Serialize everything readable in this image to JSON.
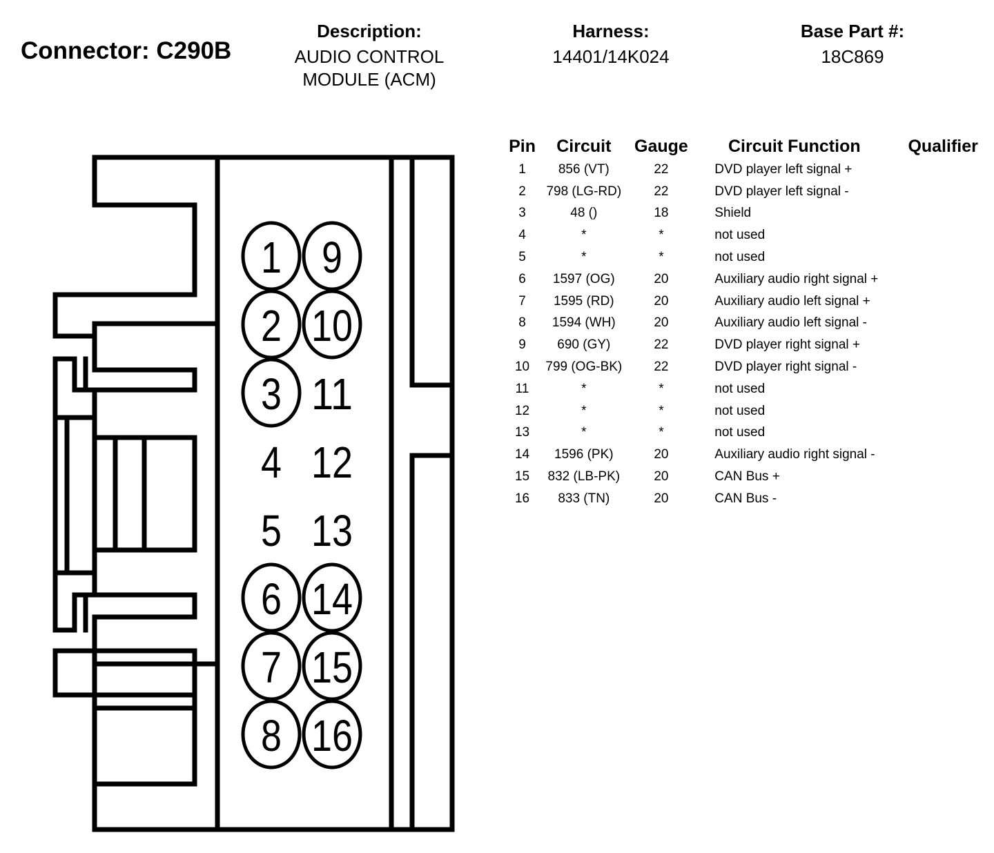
{
  "header": {
    "connector_label": "Connector: C290B",
    "description_label": "Description:",
    "description_value_line1": "AUDIO CONTROL",
    "description_value_line2": "MODULE (ACM)",
    "harness_label": "Harness:",
    "harness_value": "14401/14K024",
    "base_part_label": "Base Part #:",
    "base_part_value": "18C869"
  },
  "connector_face": {
    "left_column": [
      1,
      2,
      3,
      4,
      5,
      6,
      7,
      8
    ],
    "right_column": [
      9,
      10,
      11,
      12,
      13,
      14,
      15,
      16
    ],
    "circled_pins": [
      1,
      2,
      3,
      6,
      7,
      8,
      9,
      10,
      14,
      15,
      16
    ]
  },
  "table": {
    "headers": [
      "Pin",
      "Circuit",
      "Gauge",
      "Circuit Function",
      "Qualifier"
    ],
    "rows": [
      {
        "pin": "1",
        "circuit": "856 (VT)",
        "gauge": "22",
        "function": "DVD player left signal +",
        "qualifier": ""
      },
      {
        "pin": "2",
        "circuit": "798 (LG-RD)",
        "gauge": "22",
        "function": "DVD player left signal -",
        "qualifier": ""
      },
      {
        "pin": "3",
        "circuit": "48 ()",
        "gauge": "18",
        "function": "Shield",
        "qualifier": ""
      },
      {
        "pin": "4",
        "circuit": "*",
        "gauge": "*",
        "function": "not used",
        "qualifier": ""
      },
      {
        "pin": "5",
        "circuit": "*",
        "gauge": "*",
        "function": "not used",
        "qualifier": ""
      },
      {
        "pin": "6",
        "circuit": "1597 (OG)",
        "gauge": "20",
        "function": "Auxiliary audio right signal +",
        "qualifier": ""
      },
      {
        "pin": "7",
        "circuit": "1595 (RD)",
        "gauge": "20",
        "function": "Auxiliary audio left signal +",
        "qualifier": ""
      },
      {
        "pin": "8",
        "circuit": "1594 (WH)",
        "gauge": "20",
        "function": "Auxiliary audio left signal -",
        "qualifier": ""
      },
      {
        "pin": "9",
        "circuit": "690 (GY)",
        "gauge": "22",
        "function": "DVD player right signal +",
        "qualifier": ""
      },
      {
        "pin": "10",
        "circuit": "799 (OG-BK)",
        "gauge": "22",
        "function": "DVD player right signal -",
        "qualifier": ""
      },
      {
        "pin": "11",
        "circuit": "*",
        "gauge": "*",
        "function": "not used",
        "qualifier": ""
      },
      {
        "pin": "12",
        "circuit": "*",
        "gauge": "*",
        "function": "not used",
        "qualifier": ""
      },
      {
        "pin": "13",
        "circuit": "*",
        "gauge": "*",
        "function": "not used",
        "qualifier": ""
      },
      {
        "pin": "14",
        "circuit": "1596 (PK)",
        "gauge": "20",
        "function": "Auxiliary audio right signal -",
        "qualifier": ""
      },
      {
        "pin": "15",
        "circuit": "832 (LB-PK)",
        "gauge": "20",
        "function": "CAN Bus +",
        "qualifier": ""
      },
      {
        "pin": "16",
        "circuit": "833 (TN)",
        "gauge": "20",
        "function": "CAN Bus -",
        "qualifier": ""
      }
    ]
  }
}
